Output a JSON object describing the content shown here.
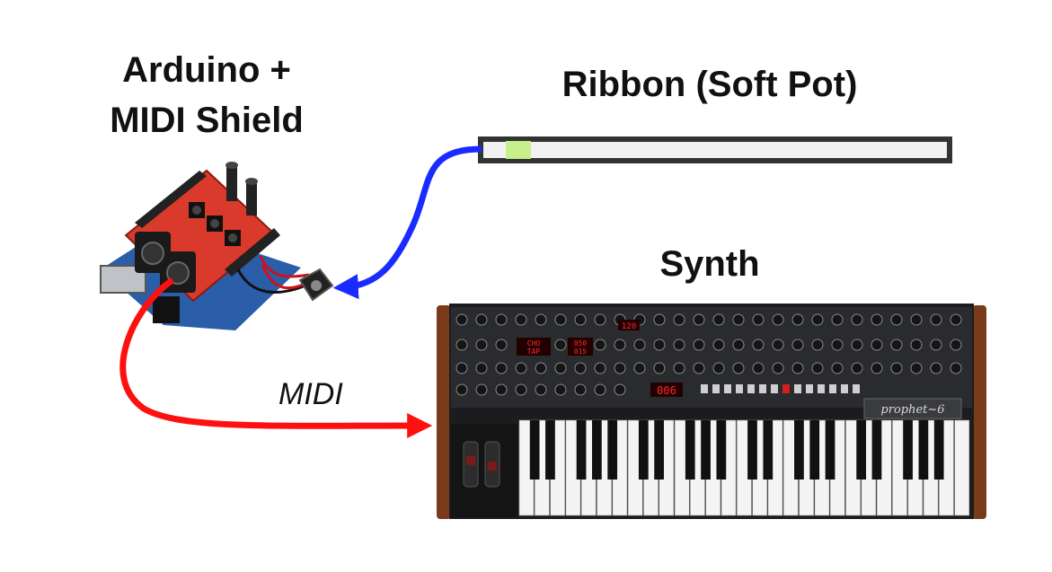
{
  "labels": {
    "arduino_line1": "Arduino +",
    "arduino_line2": "MIDI Shield",
    "ribbon": "Ribbon (Soft Pot)",
    "synth": "Synth",
    "midi": "MIDI"
  },
  "synth_panel": {
    "brand": "prophet~6",
    "display_value": "006",
    "tempo_value": "120",
    "display_text_1": "CHO",
    "display_text_2": "TAP",
    "display_value_2": "050",
    "display_value_3": "015"
  },
  "colors": {
    "ribbon_cable": "#1a2bff",
    "midi_cable": "#ff1010",
    "ribbon_tip": "#c8f08a",
    "shield_red": "#d93a2b",
    "wood": "#7a3a1c"
  }
}
